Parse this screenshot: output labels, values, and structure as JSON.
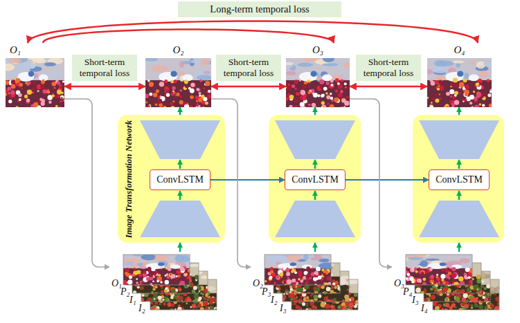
{
  "diagram": {
    "nodes": [
      {
        "text": [
          "Long-term temporal loss"
        ]
      },
      {
        "text": [
          "O₁"
        ]
      },
      {
        "text": [
          "Short-term temporal loss"
        ]
      },
      {
        "text": [
          "O₂"
        ]
      },
      {
        "text": [
          "Short-term temporal loss"
        ]
      },
      {
        "text": [
          "O₃"
        ]
      },
      {
        "text": [
          "Short-term temporal loss"
        ]
      },
      {
        "text": [
          "O₄"
        ]
      },
      {
        "text": [
          "Image Transformation Network"
        ]
      },
      {
        "text": [
          "ConvLSTM"
        ],
        "in": 8
      },
      {
        "text": []
      },
      {
        "text": [
          "ConvLSTM"
        ],
        "in": 10
      },
      {
        "text": []
      },
      {
        "text": [
          "ConvLSTM"
        ],
        "in": 12
      },
      {
        "text": [
          "O₁",
          "P₂",
          "I₁",
          "I₂"
        ]
      },
      {
        "text": [
          "O₂",
          "P₃",
          "I₂",
          "I₃"
        ]
      },
      {
        "text": [
          "O₃",
          "P₄",
          "I₃",
          "I₄"
        ]
      }
    ],
    "edges": [
      {
        "from": 1,
        "to": 7,
        "arrow": "both"
      },
      {
        "from": 1,
        "to": 5,
        "arrow": "to"
      },
      {
        "from": 1,
        "to": 3,
        "arrow": "both"
      },
      {
        "from": 3,
        "to": 5,
        "arrow": "both"
      },
      {
        "from": 5,
        "to": 7,
        "arrow": "both"
      },
      {
        "from": 9,
        "to": 11,
        "arrow": "to"
      },
      {
        "from": 11,
        "to": 13,
        "arrow": "to"
      },
      {
        "from": 14,
        "to": 8,
        "arrow": "to"
      },
      {
        "from": 8,
        "to": 3,
        "arrow": "to"
      },
      {
        "from": 15,
        "to": 10,
        "arrow": "to"
      },
      {
        "from": 10,
        "to": 5,
        "arrow": "to"
      },
      {
        "from": 16,
        "to": 12,
        "arrow": "to"
      },
      {
        "from": 12,
        "to": 7,
        "arrow": "to"
      },
      {
        "from": 1,
        "to": 14,
        "arrow": "to"
      },
      {
        "from": 3,
        "to": 15,
        "arrow": "to"
      },
      {
        "from": 5,
        "to": 16,
        "arrow": "to"
      }
    ]
  }
}
